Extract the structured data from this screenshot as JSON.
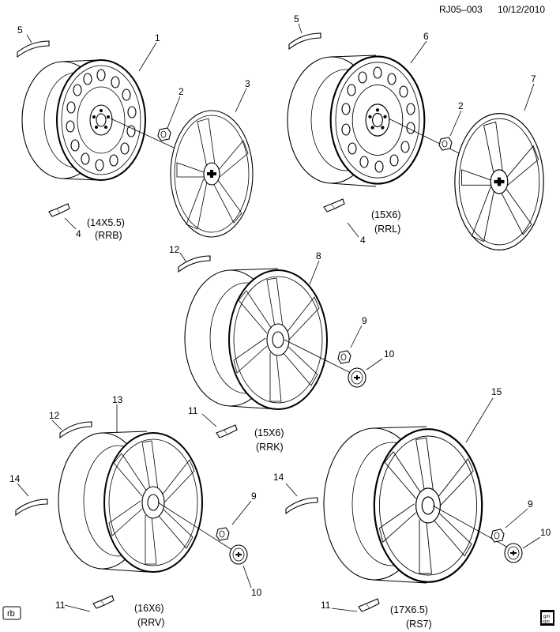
{
  "header": {
    "doc_id": "RJ05–003",
    "date": "10/12/2010"
  },
  "callouts": {
    "n1": "1",
    "n2": "2",
    "n3": "3",
    "n4": "4",
    "n5": "5",
    "n6": "6",
    "n7": "7",
    "n8": "8",
    "n9": "9",
    "n10": "10",
    "n11": "11",
    "n12": "12",
    "n13": "13",
    "n14": "14",
    "n15": "15"
  },
  "wheels": [
    {
      "size": "(14X5.5)",
      "code": "(RRB)"
    },
    {
      "size": "(15X6)",
      "code": "(RRL)"
    },
    {
      "size": "(15X6)",
      "code": "(RRK)"
    },
    {
      "size": "(16X6)",
      "code": "(RRV)"
    },
    {
      "size": "(17X6.5)",
      "code": "(RS7)"
    }
  ],
  "footer": {
    "tag": "rb",
    "stamp_line1": "gm",
    "stamp_line2": "spo"
  }
}
